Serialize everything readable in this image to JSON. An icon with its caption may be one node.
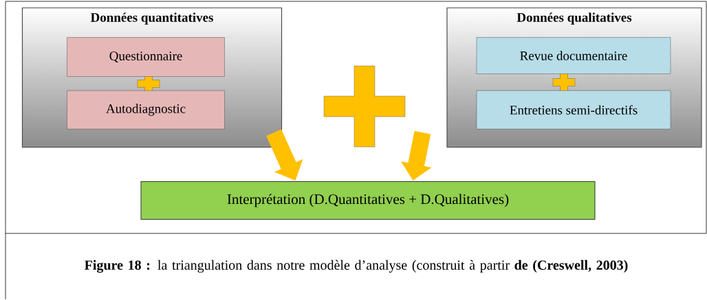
{
  "diagram": {
    "caption": "**Figure 18 :** la triangulation dans notre modèle d’analyse (construit à partir **de (Creswell, 2003)**",
    "nodes": [
      {
        "text": [
          "Données quantitatives"
        ]
      },
      {
        "text": [
          "Questionnaire"
        ],
        "in": 0
      },
      {
        "text": [
          "Autodiagnostic"
        ],
        "in": 0
      },
      {
        "text": [
          "Données qualitatives"
        ]
      },
      {
        "text": [
          "Revue documentaire"
        ],
        "in": 3
      },
      {
        "text": [
          "Entretiens semi-directifs"
        ],
        "in": 3
      },
      {
        "text": [
          "Interprétation (D.Quantitatives  +  D.Qualitatives)"
        ]
      },
      {
        "text": [],
        "shape": "cross"
      }
    ],
    "edges": [
      {
        "from": 0,
        "to": 6,
        "arrow": "to"
      },
      {
        "from": 3,
        "to": 6,
        "arrow": "to"
      }
    ]
  }
}
